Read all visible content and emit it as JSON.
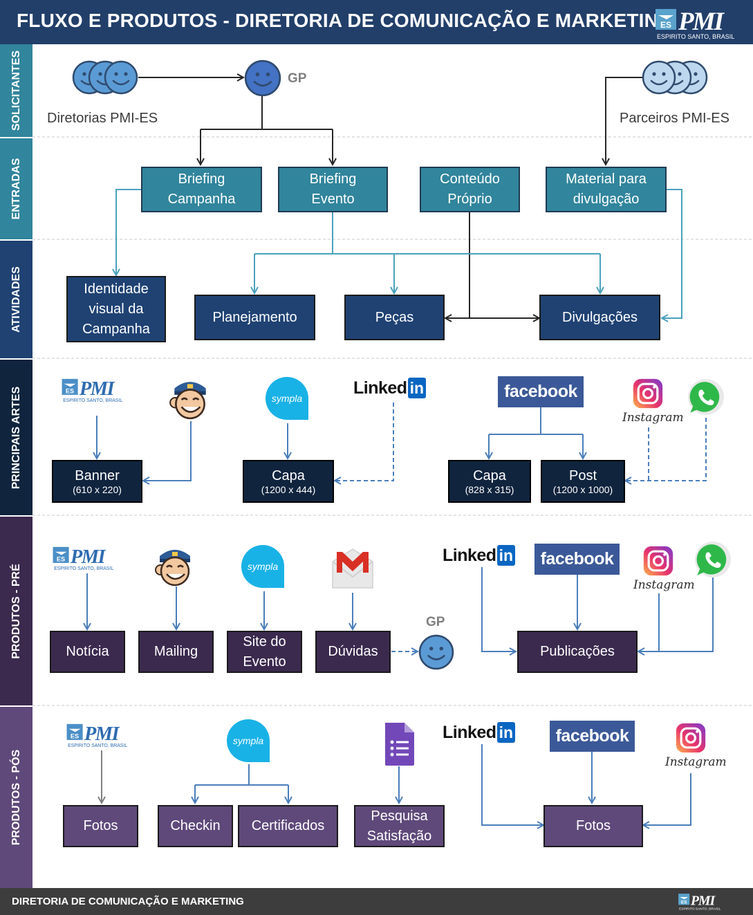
{
  "header": {
    "title": "FLUXO E PRODUTOS - DIRETORIA DE COMUNICAÇÃO E MARKETING"
  },
  "logo": {
    "letters": "PMI",
    "badge": "ES",
    "tagline": "ESPIRITO SANTO, BRASIL"
  },
  "lanes": [
    {
      "label": "SOLICITANTES",
      "color": "#31859c"
    },
    {
      "label": "ENTRADAS",
      "color": "#31859c"
    },
    {
      "label": "ATIVIDADES",
      "color": "#1f4273"
    },
    {
      "label": "PRINCIPAIS ARTES",
      "color": "#10243e"
    },
    {
      "label": "PRODUTOS - PRÉ",
      "color": "#3b2a4e"
    },
    {
      "label": "PRODUTOS - PÓS",
      "color": "#5f497a"
    }
  ],
  "solicitantes": {
    "diretorias": "Diretorias PMI-ES",
    "gp": "GP",
    "parceiros": "Parceiros PMI-ES"
  },
  "entradas": {
    "briefing_campanha": [
      "Briefing",
      "Campanha"
    ],
    "briefing_evento": [
      "Briefing",
      "Evento"
    ],
    "conteudo_proprio": [
      "Conteúdo",
      "Próprio"
    ],
    "material_divulgacao": [
      "Material para",
      "divulgação"
    ]
  },
  "atividades": {
    "identidade": [
      "Identidade",
      "visual da",
      "Campanha"
    ],
    "planejamento": "Planejamento",
    "pecas": "Peças",
    "divulgacoes": "Divulgações"
  },
  "artes": {
    "banner": {
      "label": "Banner",
      "size": "(610 x 220)"
    },
    "capa_sympla": {
      "label": "Capa",
      "size": "(1200 x 444)"
    },
    "capa_facebook": {
      "label": "Capa",
      "size": "(828 x 315)"
    },
    "post": {
      "label": "Post",
      "size": "(1200 x 1000)"
    }
  },
  "brands": {
    "linkedin": "Linked",
    "linkedin_in": "in",
    "facebook": "facebook",
    "sympla": "sympla",
    "instagram": "Instagram"
  },
  "pre": {
    "noticia": "Notícia",
    "mailing": "Mailing",
    "site": [
      "Site do",
      "Evento"
    ],
    "duvidas": "Dúvidas",
    "gp": "GP",
    "publicacoes": "Publicações"
  },
  "pos": {
    "fotos_pmi": "Fotos",
    "checkin": "Checkin",
    "certificados": "Certificados",
    "pesquisa": [
      "Pesquisa",
      "Satisfação"
    ],
    "fotos_social": "Fotos"
  },
  "footer": {
    "text": "DIRETORIA DE COMUNICAÇÃO E MARKETING"
  }
}
